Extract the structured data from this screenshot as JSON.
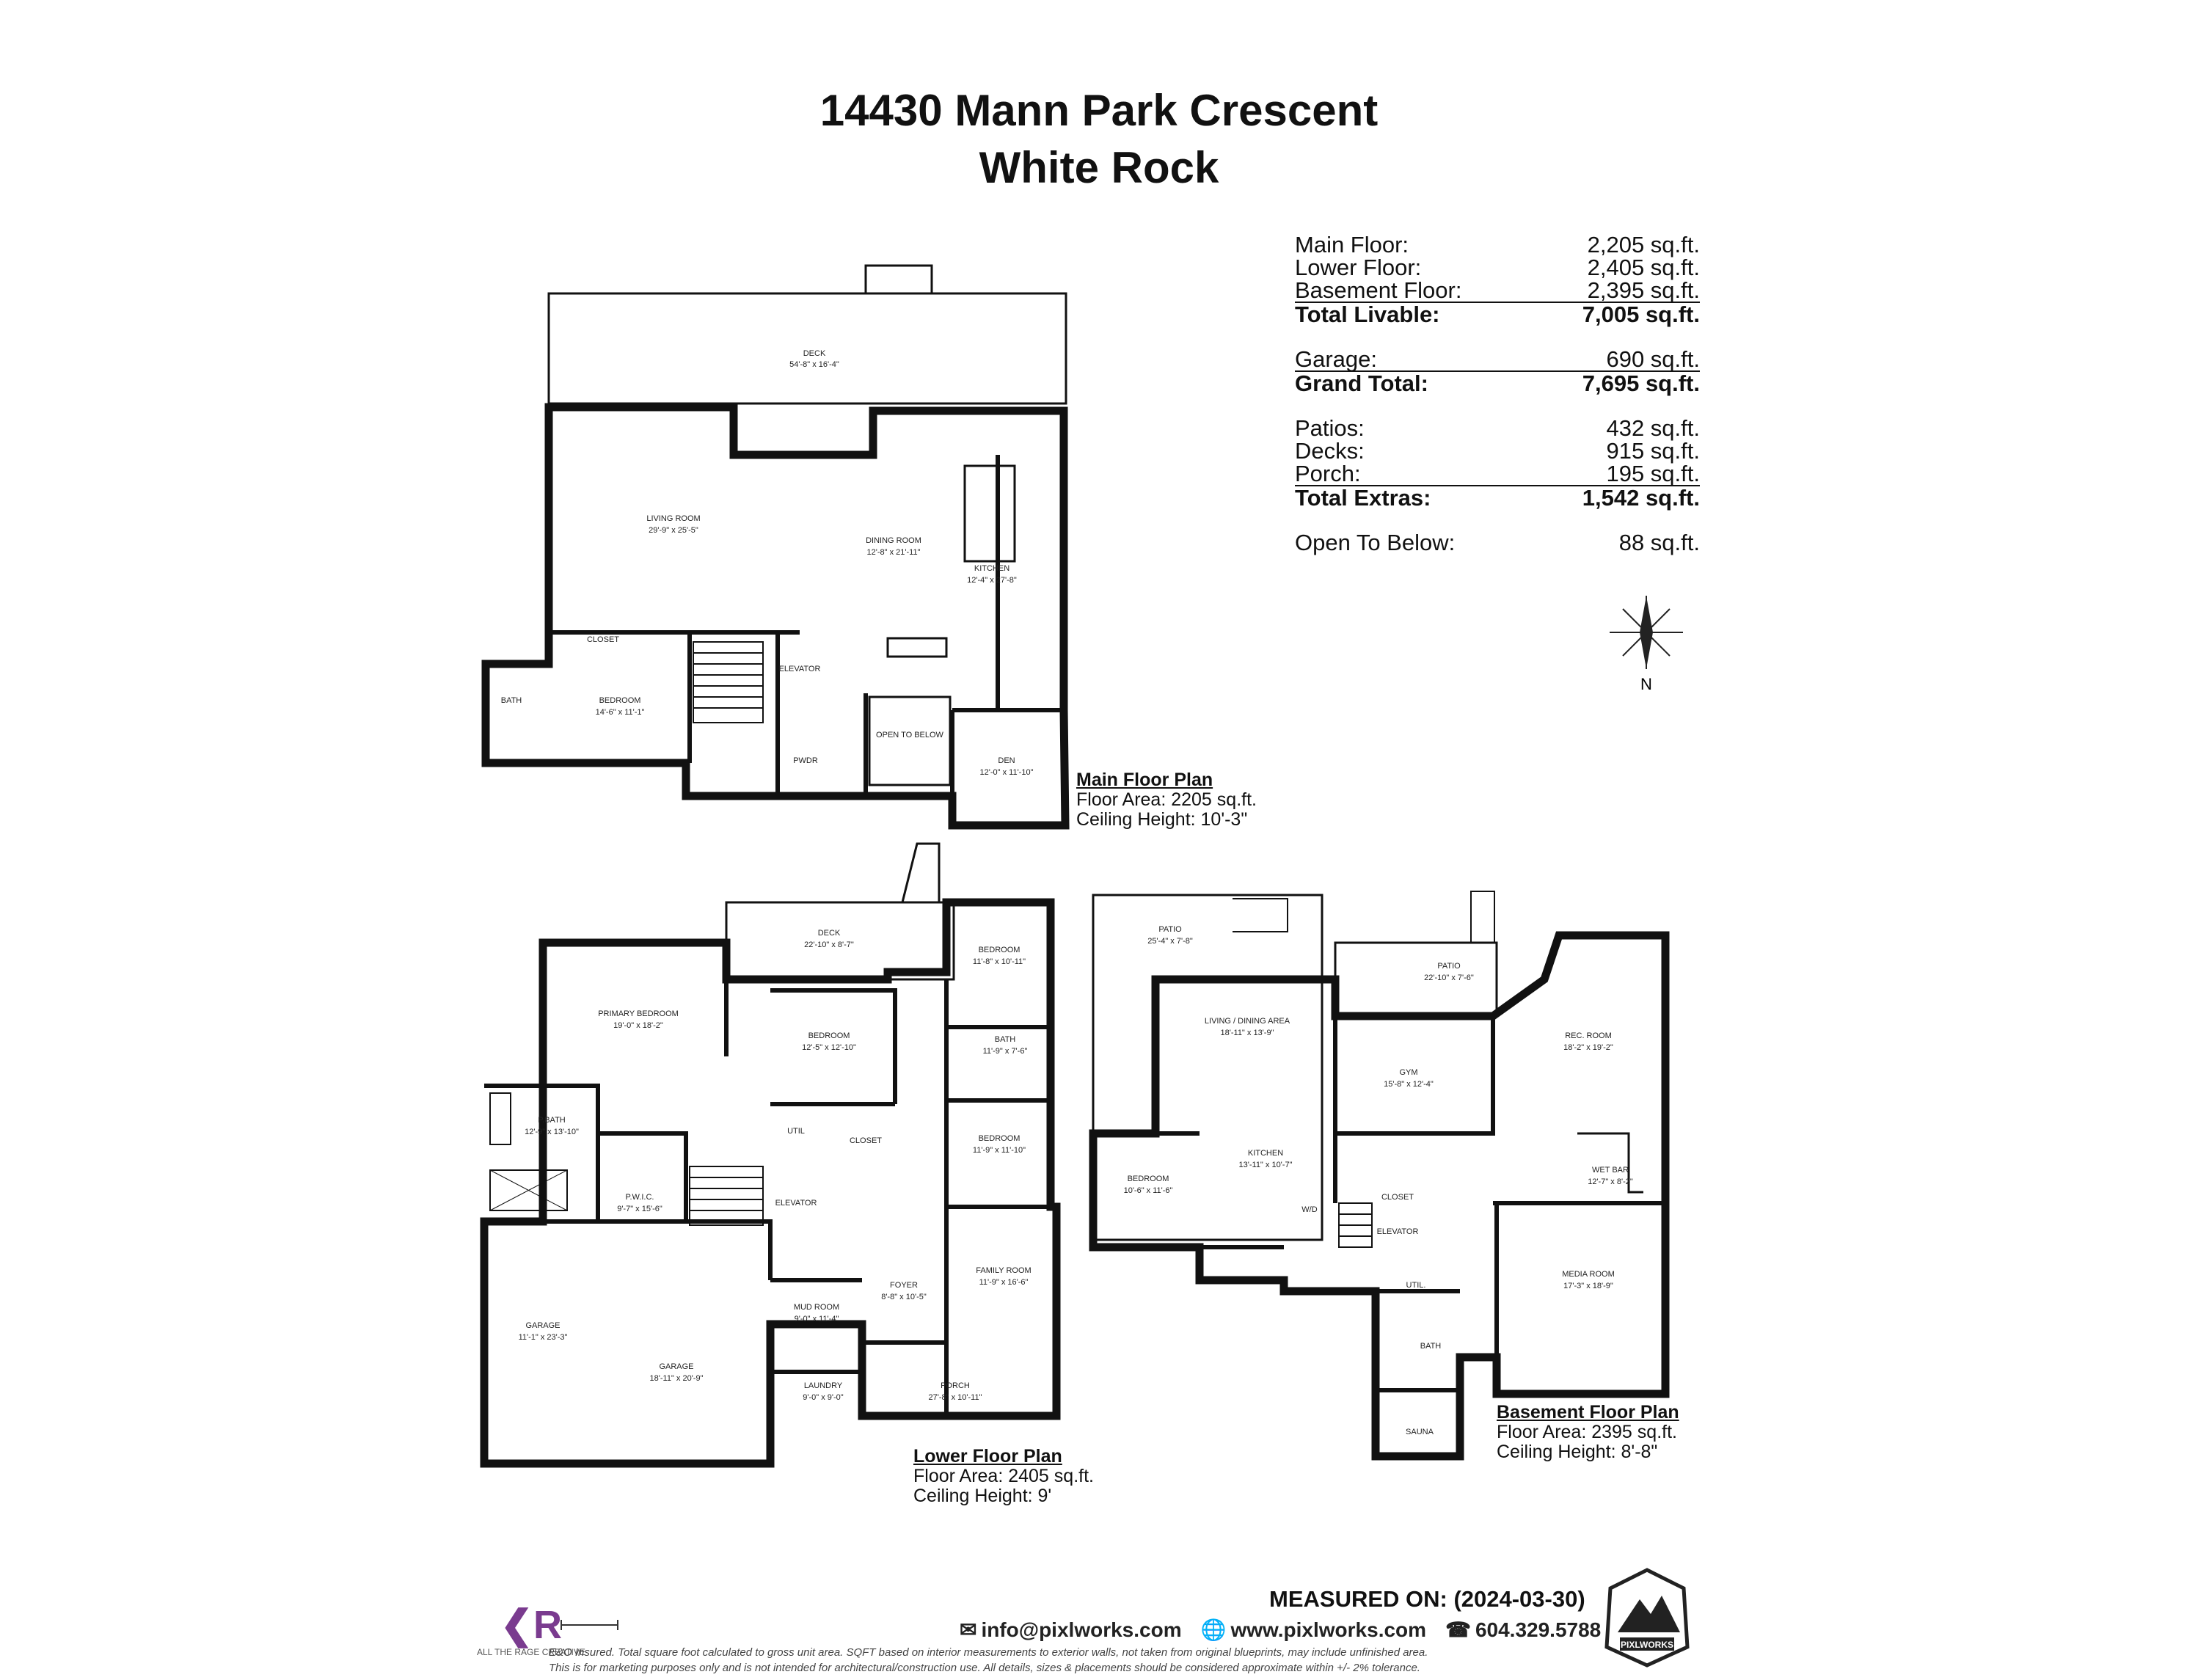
{
  "title": {
    "line1": "14430 Mann Park Crescent",
    "line2": "White Rock"
  },
  "stats": {
    "group1": [
      {
        "label": "Main Floor:",
        "value": "2,205 sq.ft."
      },
      {
        "label": "Lower Floor:",
        "value": "2,405 sq.ft."
      },
      {
        "label": "Basement Floor:",
        "value": "2,395 sq.ft."
      }
    ],
    "total_livable": {
      "label": "Total Livable:",
      "value": "7,005 sq.ft."
    },
    "group2": [
      {
        "label": "Garage:",
        "value": "690 sq.ft."
      }
    ],
    "grand_total": {
      "label": "Grand Total:",
      "value": "7,695 sq.ft."
    },
    "group3": [
      {
        "label": "Patios:",
        "value": "432 sq.ft."
      },
      {
        "label": "Decks:",
        "value": "915 sq.ft."
      },
      {
        "label": "Porch:",
        "value": "195 sq.ft."
      }
    ],
    "total_extras": {
      "label": "Total Extras:",
      "value": "1,542 sq.ft."
    },
    "open_to_below": {
      "label": "Open To Below:",
      "value": "88 sq.ft."
    }
  },
  "compass": {
    "north": "N"
  },
  "main_floor": {
    "heading": "Main Floor Plan",
    "area": "Floor Area: 2205 sq.ft.",
    "ceiling": "Ceiling Height: 10'-3\"",
    "rooms": {
      "deck": "DECK",
      "deck_dim": "54'-8\" x 16'-4\"",
      "living": "LIVING ROOM",
      "living_dim": "29'-9\" x 25'-5\"",
      "dining": "DINING ROOM",
      "dining_dim": "12'-8\" x 21'-11\"",
      "kitchen": "KITCHEN",
      "kitchen_dim": "12'-4\" x 27'-8\"",
      "bedroom": "BEDROOM",
      "bedroom_dim": "14'-6\" x 11'-1\"",
      "closet": "CLOSET",
      "bath": "BATH",
      "pwdr": "PWDR",
      "elevator": "ELEVATOR",
      "open_below": "OPEN TO BELOW",
      "den": "DEN",
      "den_dim": "12'-0\" x 11'-10\""
    }
  },
  "lower_floor": {
    "heading": "Lower Floor Plan",
    "area": "Floor Area: 2405 sq.ft.",
    "ceiling": "Ceiling Height: 9'",
    "rooms": {
      "deck": "DECK",
      "deck_dim": "22'-10\" x 8'-7\"",
      "primary": "PRIMARY BEDROOM",
      "primary_dim": "19'-0\" x 18'-2\"",
      "bedroom_a": "BEDROOM",
      "bedroom_a_dim": "12'-5\" x 12'-10\"",
      "bedroom_b": "BEDROOM",
      "bedroom_b_dim": "11'-8\" x 10'-11\"",
      "bedroom_c": "BEDROOM",
      "bedroom_c_dim": "11'-9\" x 11'-10\"",
      "bath": "BATH",
      "bath_dim": "11'-9\" x 7'-6\"",
      "pbath": "P.BATH",
      "pbath_dim": "12'-9\" x 13'-10\"",
      "pwic": "P.W.I.C.",
      "pwic_dim": "9'-7\" x 15'-6\"",
      "garage_a": "GARAGE",
      "garage_a_dim": "11'-1\" x 23'-3\"",
      "garage_b": "GARAGE",
      "garage_b_dim": "18'-11\" x 20'-9\"",
      "mud": "MUD ROOM",
      "mud_dim": "9'-0\" x 11'-4\"",
      "foyer": "FOYER",
      "foyer_dim": "8'-8\" x 10'-5\"",
      "family": "FAMILY ROOM",
      "family_dim": "11'-9\" x 16'-6\"",
      "laundry": "LAUNDRY",
      "laundry_dim": "9'-0\" x 9'-0\"",
      "porch": "PORCH",
      "porch_dim": "27'-8\" x 10'-11\"",
      "closet": "CLOSET",
      "elevator": "ELEVATOR",
      "util": "UTIL"
    }
  },
  "basement_floor": {
    "heading": "Basement Floor Plan",
    "area": "Floor Area: 2395 sq.ft.",
    "ceiling": "Ceiling Height: 8'-8\"",
    "rooms": {
      "patio_a": "PATIO",
      "patio_a_dim": "25'-4\" x 7'-8\"",
      "patio_b": "PATIO",
      "patio_b_dim": "22'-10\" x 7'-6\"",
      "living": "LIVING / DINING AREA",
      "living_dim": "18'-11\" x 13'-9\"",
      "gym": "GYM",
      "gym_dim": "15'-8\" x 12'-4\"",
      "rec": "REC. ROOM",
      "rec_dim": "18'-2\" x 19'-2\"",
      "kitchen": "KITCHEN",
      "kitchen_dim": "13'-11\" x 10'-7\"",
      "bedroom": "BEDROOM",
      "bedroom_dim": "10'-6\" x 11'-6\"",
      "wetbar": "WET BAR",
      "wetbar_dim": "12'-7\" x 8'-2\"",
      "media": "MEDIA ROOM",
      "media_dim": "17'-3\" x 18'-9\"",
      "bath": "BATH",
      "util": "UTIL.",
      "sauna": "SAUNA",
      "closet": "CLOSET",
      "elevator": "ELEVATOR",
      "wd": "W/D"
    }
  },
  "footer": {
    "measured": "MEASURED ON: (2024-03-30)",
    "email": "info@pixlworks.com",
    "web": "www.pixlworks.com",
    "phone": "604.329.5788",
    "disclaimer1": "E&O Insured. Total square foot calculated to gross unit area. SQFT based on interior measurements to exterior walls, not taken from original blueprints, may include unfinished area.",
    "disclaimer2": "This is for marketing purposes only and is not intended for architectural/construction use. All details, sizes & placements should be considered approximate within +/- 2% tolerance.",
    "left_logo_text": "ALL THE RAGE CREATIVE",
    "right_logo_text": "PIXLWORKS"
  }
}
